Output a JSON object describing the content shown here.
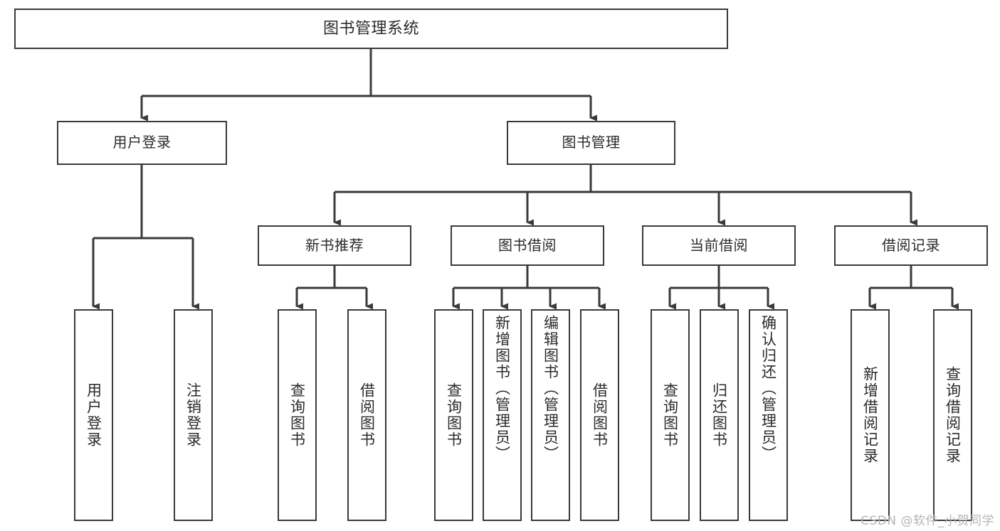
{
  "diagram": {
    "title": "图书管理系统",
    "type": "tree / functional structure chart",
    "watermark": "CSDN @软件_小贺同学",
    "colors": {
      "background": "#ffffff",
      "box_border": "#3a3a3a",
      "box_fill": "#ffffff",
      "text": "#2b2b2b",
      "connector": "#3a3a3a",
      "watermark": "#b5b5b5"
    },
    "root": {
      "label": "图书管理系统"
    },
    "level1": [
      {
        "id": "login",
        "label": "用户登录"
      },
      {
        "id": "bookmgr",
        "label": "图书管理"
      }
    ],
    "level2": [
      {
        "id": "newbook",
        "label": "新书推荐"
      },
      {
        "id": "borrow",
        "label": "图书借阅"
      },
      {
        "id": "current",
        "label": "当前借阅"
      },
      {
        "id": "record",
        "label": "借阅记录"
      }
    ],
    "leaves": {
      "login": [
        {
          "label": "用户登录"
        },
        {
          "label": "注销登录"
        }
      ],
      "newbook": [
        {
          "label": "查询图书"
        },
        {
          "label": "借阅图书"
        }
      ],
      "borrow": [
        {
          "label": "查询图书"
        },
        {
          "label": "新增图书（管理员）"
        },
        {
          "label": "编辑图书（管理员）"
        },
        {
          "label": "借阅图书"
        }
      ],
      "current": [
        {
          "label": "查询图书"
        },
        {
          "label": "归还图书"
        },
        {
          "label": "确认归还（管理员）"
        }
      ],
      "record": [
        {
          "label": "新增借阅记录"
        },
        {
          "label": "查询借阅记录"
        }
      ]
    }
  }
}
